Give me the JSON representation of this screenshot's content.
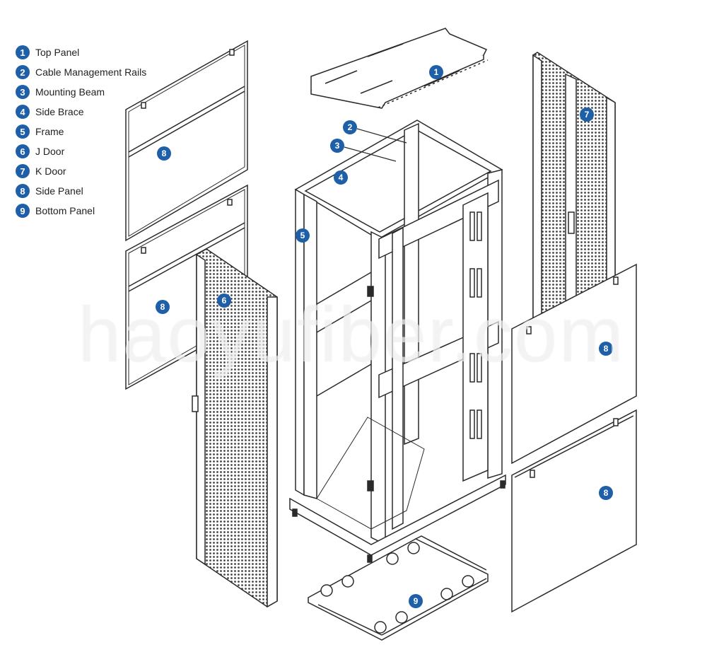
{
  "legend": [
    {
      "num": "1",
      "label": "Top Panel"
    },
    {
      "num": "2",
      "label": "Cable Management Rails"
    },
    {
      "num": "3",
      "label": "Mounting Beam"
    },
    {
      "num": "4",
      "label": "Side Brace"
    },
    {
      "num": "5",
      "label": "Frame"
    },
    {
      "num": "6",
      "label": "J Door"
    },
    {
      "num": "7",
      "label": "K Door"
    },
    {
      "num": "8",
      "label": "Side Panel"
    },
    {
      "num": "9",
      "label": "Bottom Panel"
    }
  ],
  "callouts": {
    "top_panel": "1",
    "cable_rails": "2",
    "mounting_beam": "3",
    "side_brace": "4",
    "frame": "5",
    "j_door": "6",
    "k_door": "7",
    "side_panel": "8",
    "bottom_panel": "9"
  },
  "watermark": "haoyufiber.com",
  "colors": {
    "accent": "#1e5fa8",
    "line": "#2a2a2a"
  }
}
